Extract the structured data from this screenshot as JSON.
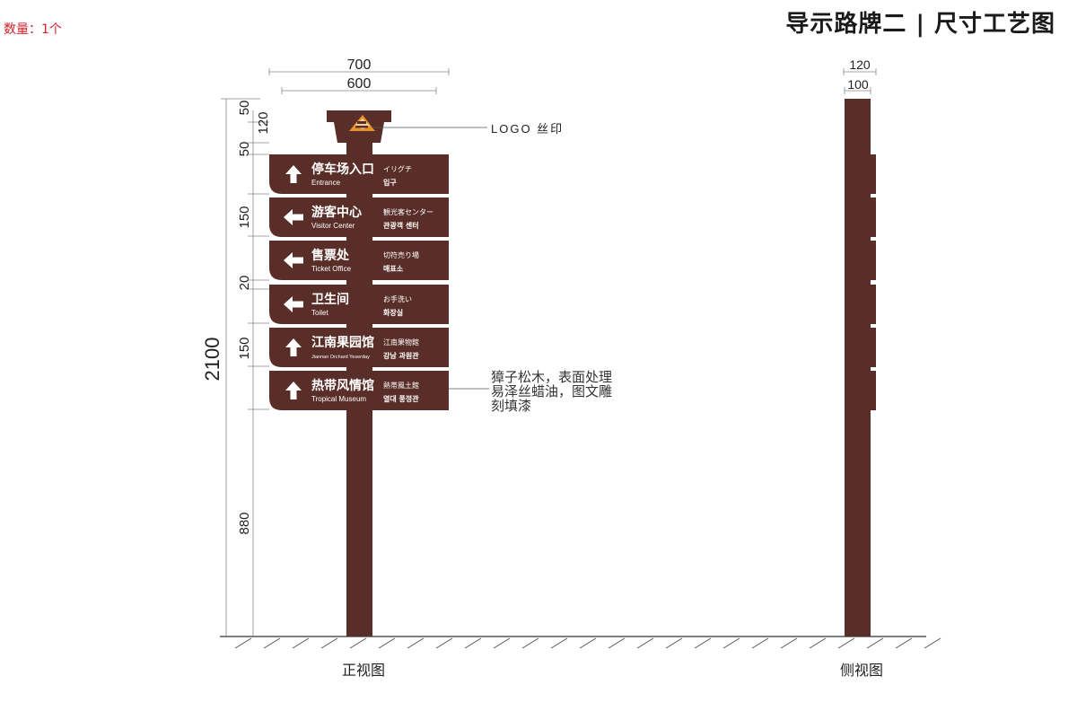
{
  "quantity_label": "数量：1个",
  "title": "导示路牌二 | 尺寸工艺图",
  "dimensions": {
    "width_700": "700",
    "width_600": "600",
    "side_120": "120",
    "side_100": "100",
    "d50_top": "50",
    "d120": "120",
    "d50_bottom": "50",
    "d150_a": "150",
    "d20": "20",
    "d150_b": "150",
    "d2100": "2100",
    "d880": "880"
  },
  "callouts": {
    "logo": "LOGO  丝印",
    "material_line1": "獐子松木，表面处理",
    "material_line2": "易泽丝蜡油，图文雕",
    "material_line3": "刻填漆"
  },
  "view_labels": {
    "front": "正视图",
    "side": "侧视图"
  },
  "signs": [
    {
      "arrow": "up",
      "cn": "停车场入口",
      "en": "Entrance",
      "jp": "イリグチ",
      "kr": "입구"
    },
    {
      "arrow": "left",
      "cn": "游客中心",
      "en": "Visitor Center",
      "jp": "観光客センター",
      "kr": "관광객 센터"
    },
    {
      "arrow": "left",
      "cn": "售票处",
      "en": "Ticket Office",
      "jp": "切符売り場",
      "kr": "매표소"
    },
    {
      "arrow": "left",
      "cn": "卫生间",
      "en": "Toilet",
      "jp": "お手洗い",
      "kr": "화장실"
    },
    {
      "arrow": "up",
      "cn": "江南果园馆",
      "en": "Jiannan Orchard Yeserday",
      "jp": "江南果物館",
      "kr": "강남 과원관"
    },
    {
      "arrow": "up",
      "cn": "热带风情馆",
      "en": "Tropical Museum",
      "jp": "熱帯風土館",
      "kr": "열대 풍정관"
    }
  ],
  "colors": {
    "wood": "#5a2e28",
    "logo_orange": "#e8912a",
    "dim_line": "#666666",
    "quantity_red": "#d4202a"
  }
}
